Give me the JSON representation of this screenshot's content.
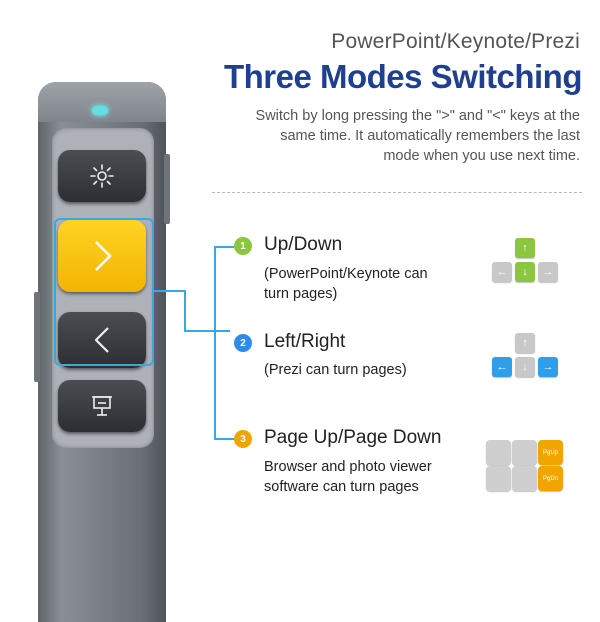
{
  "header": {
    "subtitle": "PowerPoint/Keynote/Prezi",
    "title": "Three Modes Switching",
    "description": "Switch by long pressing the  \">\" and \"<\" keys at the same time. It automatically remembers the last mode when you use next time."
  },
  "modes": [
    {
      "number": "1",
      "title": "Up/Down",
      "description": "(PowerPoint/Keynote can turn pages)",
      "color": "#8cc63f"
    },
    {
      "number": "2",
      "title": "Left/Right",
      "description": "(Prezi can turn pages)",
      "color": "#2e8be8"
    },
    {
      "number": "3",
      "title": "Page Up/Page Down",
      "description": "Browser and photo viewer software can turn pages",
      "color": "#f0a500"
    }
  ],
  "keys": {
    "pgup": "PgUp",
    "pgdn": "PgDn"
  },
  "colors": {
    "title": "#1f3f8f",
    "accent": "#3aa8e0",
    "next_button": "#f5bf00"
  },
  "icons": [
    "laser-icon",
    "chevron-right-icon",
    "chevron-left-icon",
    "presentation-icon"
  ]
}
